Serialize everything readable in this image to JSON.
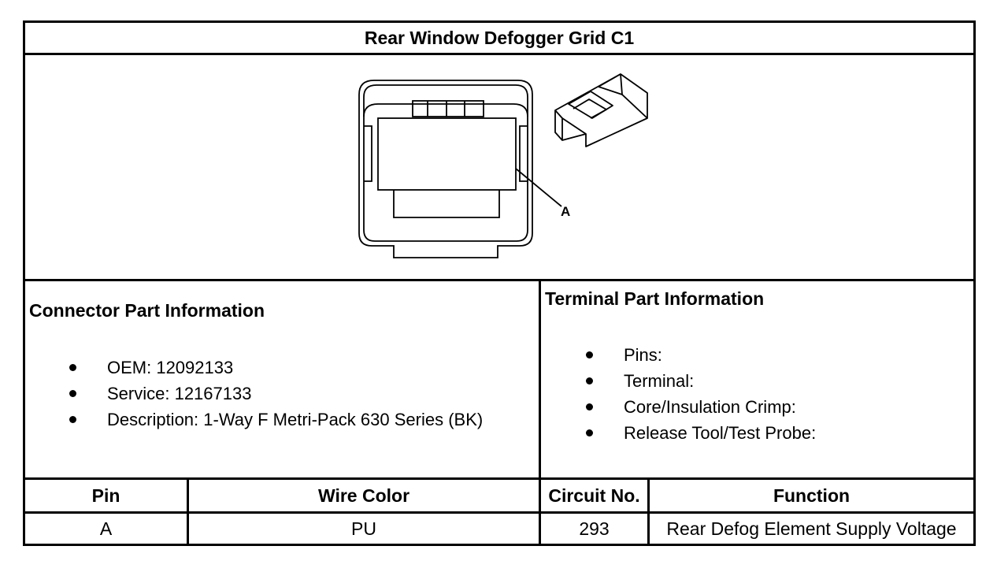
{
  "title": "Rear Window Defogger Grid C1",
  "figure": {
    "callout_label": "A",
    "connector_icon": "connector-face-drawing",
    "terminal_icon": "terminal-drawing"
  },
  "connector_info": {
    "heading": "Connector Part Information",
    "items": [
      "OEM: 12092133",
      "Service: 12167133",
      "Description: 1-Way F Metri-Pack 630 Series (BK)"
    ]
  },
  "terminal_info": {
    "heading": "Terminal Part Information",
    "items": [
      "Pins:",
      "Terminal:",
      "Core/Insulation Crimp:",
      "Release Tool/Test Probe:"
    ]
  },
  "table": {
    "headers": [
      "Pin",
      "Wire Color",
      "Circuit No.",
      "Function"
    ],
    "rows": [
      [
        "A",
        "PU",
        "293",
        "Rear Defog Element Supply Voltage"
      ]
    ]
  }
}
